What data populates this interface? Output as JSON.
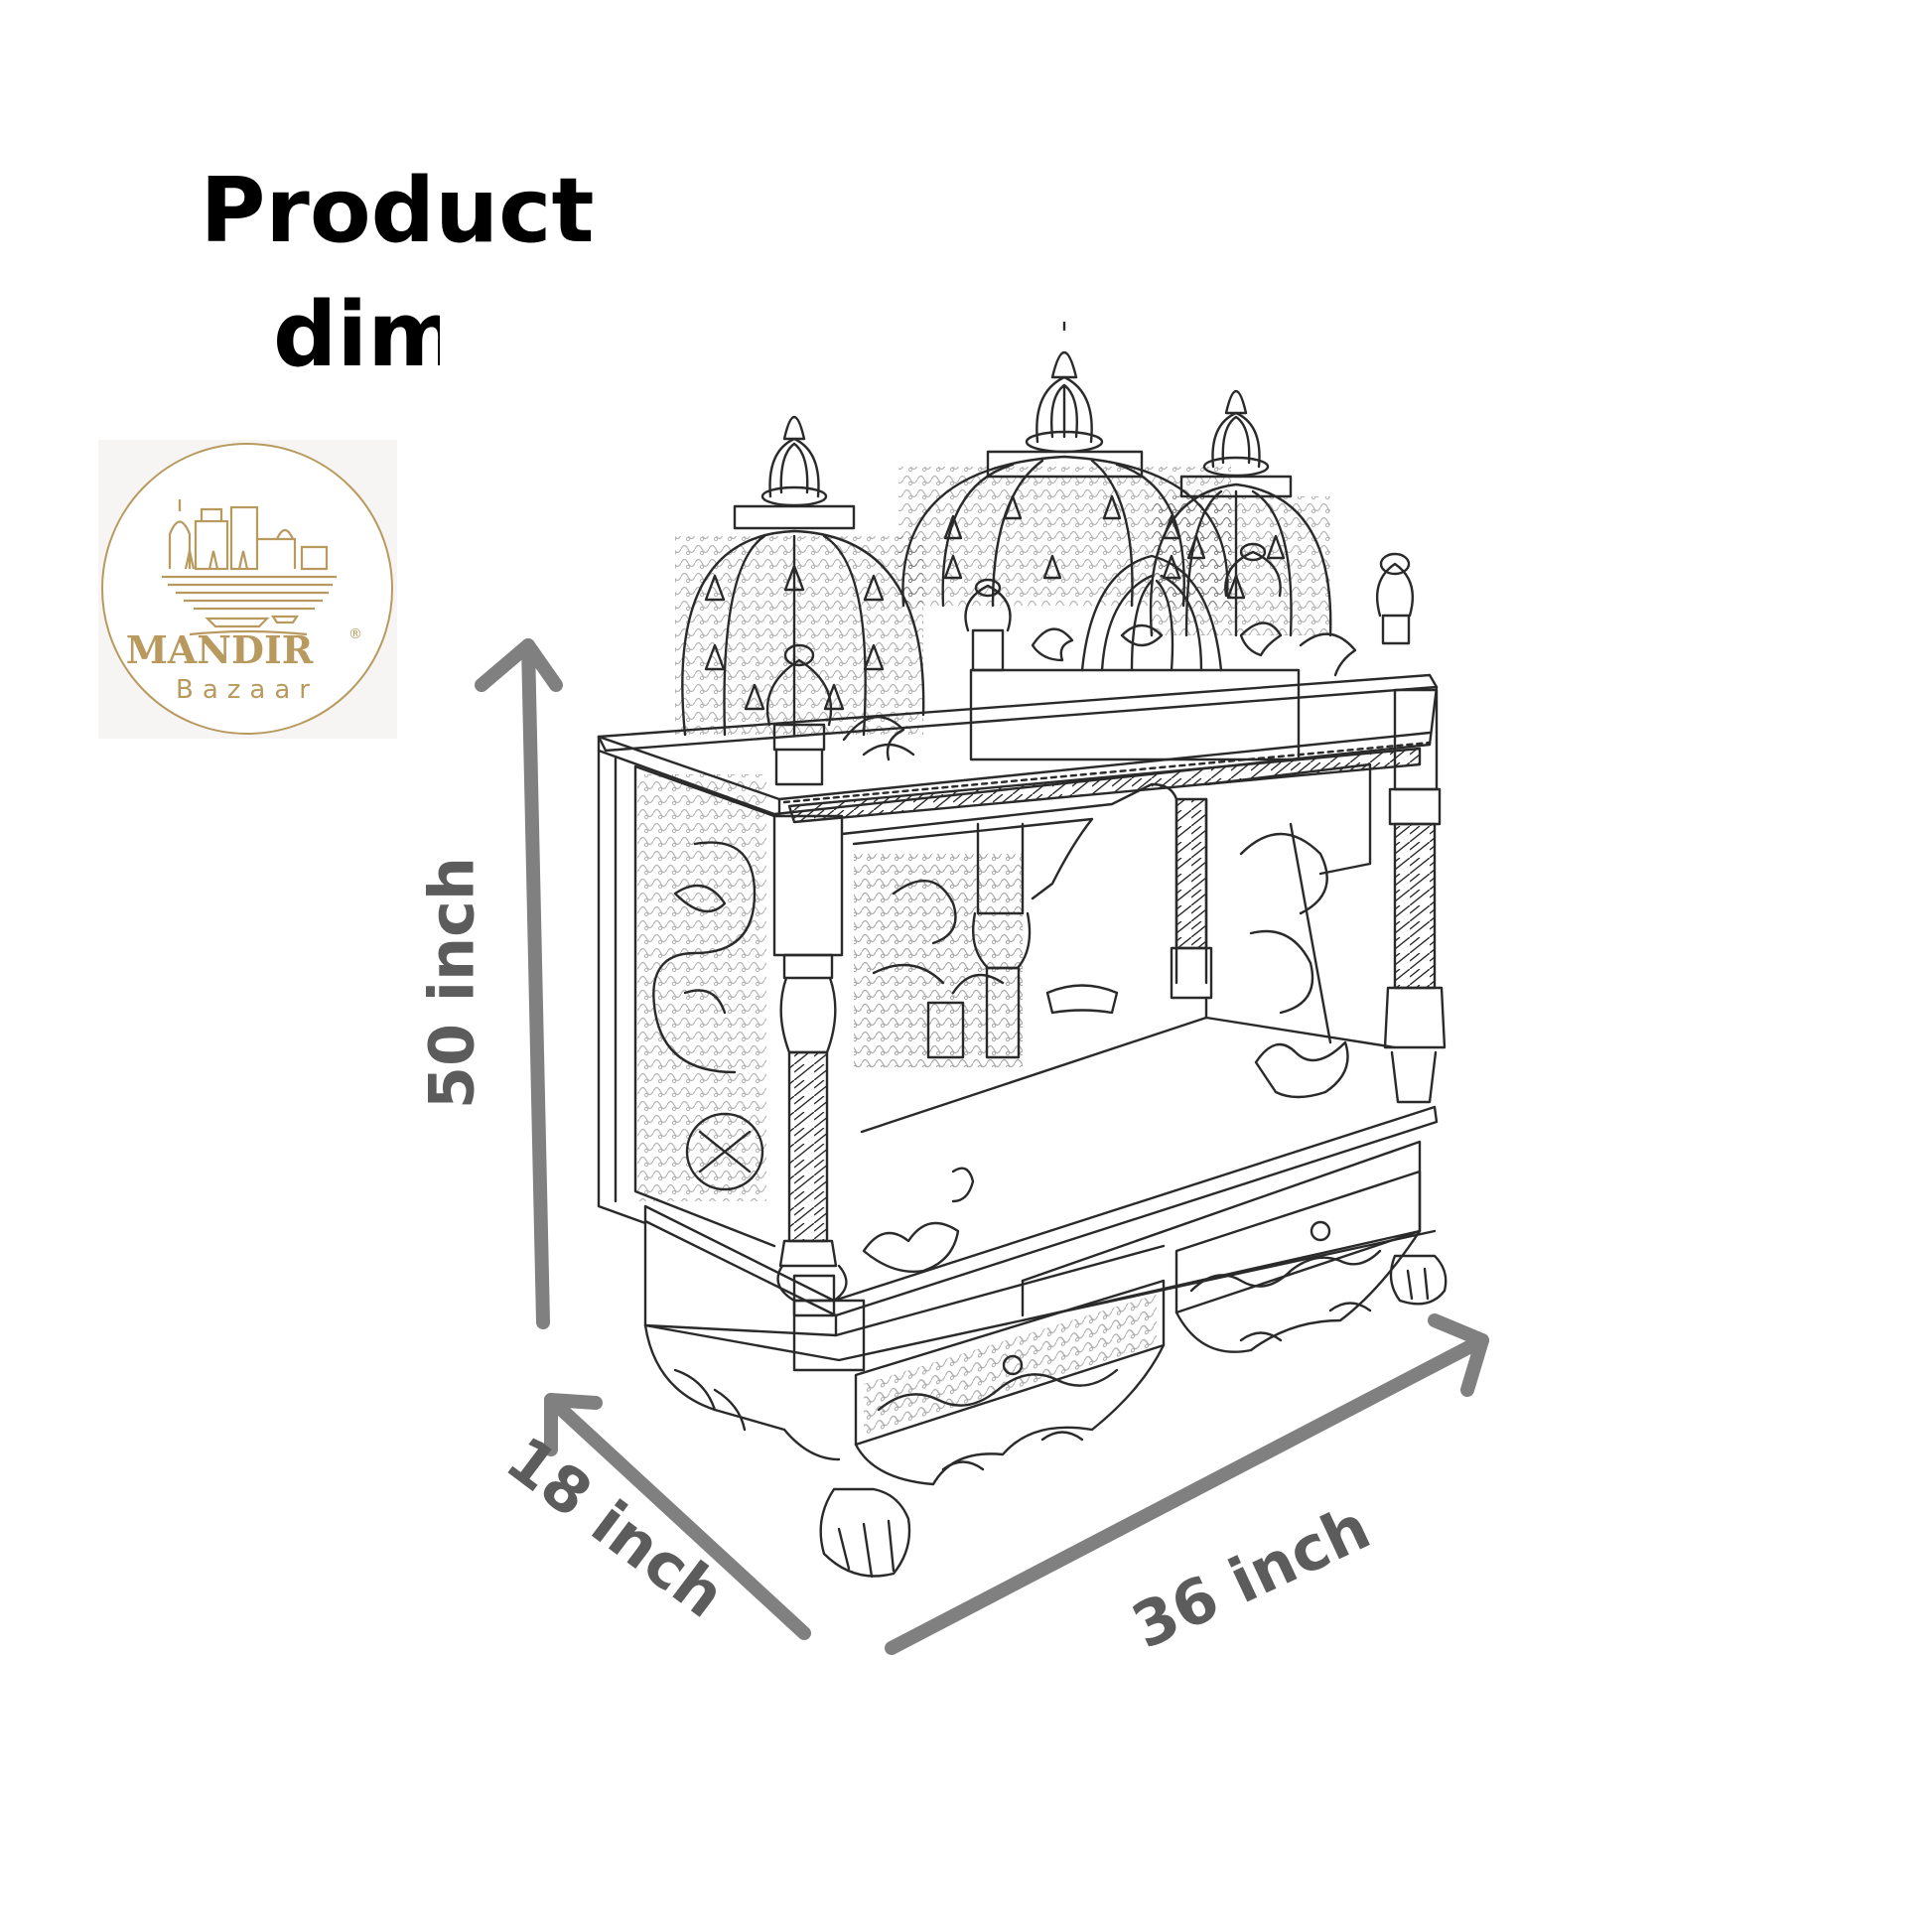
{
  "title": {
    "line1": "Product",
    "line2": "dime"
  },
  "logo": {
    "brand": "MANDIR",
    "sub": "Bazaar",
    "registered": "®",
    "accent": "#b89a5e"
  },
  "dimensions": {
    "height": "50 inch",
    "depth": "18 inch",
    "width": "36 inch"
  },
  "colors": {
    "arrow": "#808080",
    "label": "#5c5c5c",
    "line_art": "#2a2a2a"
  }
}
